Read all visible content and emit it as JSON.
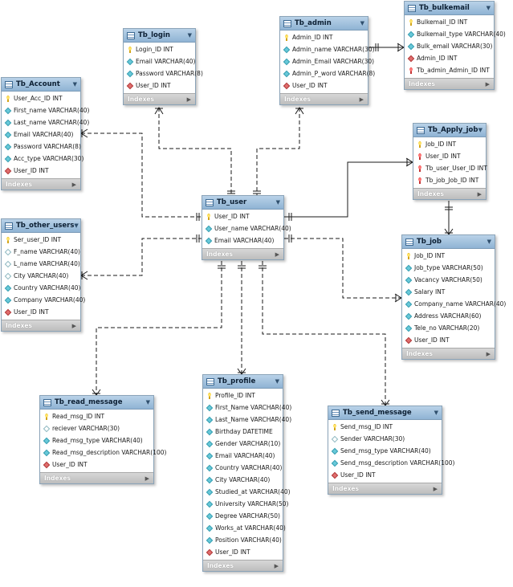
{
  "diagram": {
    "tables": [
      {
        "id": "tb_login",
        "title": "Tb_login",
        "footer": "Indexes",
        "columns": [
          {
            "text": "Login_ID INT",
            "kind": "pk"
          },
          {
            "text": "Email VARCHAR(40)",
            "kind": "attr"
          },
          {
            "text": "Password VARCHAR(8)",
            "kind": "attr"
          },
          {
            "text": "User_ID INT",
            "kind": "fk"
          }
        ]
      },
      {
        "id": "tb_admin",
        "title": "Tb_admin",
        "footer": "Indexes",
        "columns": [
          {
            "text": "Admin_ID INT",
            "kind": "pk"
          },
          {
            "text": "Admin_name VARCHAR(30)",
            "kind": "attr"
          },
          {
            "text": "Admin_Email VARCHAR(30)",
            "kind": "attr"
          },
          {
            "text": "Admin_P_word VARCHAR(8)",
            "kind": "attr"
          },
          {
            "text": "User_ID INT",
            "kind": "fk"
          }
        ]
      },
      {
        "id": "tb_bulkemail",
        "title": "Tb_bulkemail",
        "footer": "Indexes",
        "columns": [
          {
            "text": "Bulkemail_ID INT",
            "kind": "pk"
          },
          {
            "text": "Bulkemail_type VARCHAR(40)",
            "kind": "attr"
          },
          {
            "text": "Bulk_email VARCHAR(30)",
            "kind": "attr"
          },
          {
            "text": "Admin_ID INT",
            "kind": "fk"
          },
          {
            "text": "Tb_admin_Admin_ID INT",
            "kind": "pkfk"
          }
        ]
      },
      {
        "id": "tb_account",
        "title": "Tb_Account",
        "footer": "Indexes",
        "columns": [
          {
            "text": "User_Acc_ID INT",
            "kind": "pk"
          },
          {
            "text": "First_name VARCHAR(40)",
            "kind": "attr"
          },
          {
            "text": "Last_name VARCHAR(40)",
            "kind": "attr"
          },
          {
            "text": "Email VARCHAR(40)",
            "kind": "attr"
          },
          {
            "text": "Password VARCHAR(8)",
            "kind": "attr"
          },
          {
            "text": "Acc_type VARCHAR(30)",
            "kind": "attr"
          },
          {
            "text": "User_ID INT",
            "kind": "fk"
          }
        ]
      },
      {
        "id": "tb_apply_job",
        "title": "Tb_Apply_job",
        "footer": "Indexes",
        "columns": [
          {
            "text": "Job_ID INT",
            "kind": "pk"
          },
          {
            "text": "User_ID INT",
            "kind": "pkfk"
          },
          {
            "text": "Tb_user_User_ID INT",
            "kind": "pkfk"
          },
          {
            "text": "Tb_job_Job_ID INT",
            "kind": "pkfk"
          }
        ]
      },
      {
        "id": "tb_user",
        "title": "Tb_user",
        "footer": "Indexes",
        "columns": [
          {
            "text": "User_ID INT",
            "kind": "pk"
          },
          {
            "text": "User_name VARCHAR(40)",
            "kind": "attr"
          },
          {
            "text": "Email VARCHAR(40)",
            "kind": "attr"
          }
        ]
      },
      {
        "id": "tb_other_users",
        "title": "Tb_other_users",
        "footer": "Indexes",
        "columns": [
          {
            "text": "Ser_user_ID INT",
            "kind": "pk"
          },
          {
            "text": "F_name VARCHAR(40)",
            "kind": "plain"
          },
          {
            "text": "L_name VARCHAR(40)",
            "kind": "plain"
          },
          {
            "text": "City VARCHAR(40)",
            "kind": "plain"
          },
          {
            "text": "Country VARCHAR(40)",
            "kind": "attr"
          },
          {
            "text": "Company VARCHAR(40)",
            "kind": "attr"
          },
          {
            "text": "User_ID INT",
            "kind": "fk"
          }
        ]
      },
      {
        "id": "tb_job",
        "title": "Tb_job",
        "footer": "Indexes",
        "columns": [
          {
            "text": "Job_ID INT",
            "kind": "pk"
          },
          {
            "text": "Job_type VARCHAR(50)",
            "kind": "attr"
          },
          {
            "text": "Vacancy VARCHAR(50)",
            "kind": "attr"
          },
          {
            "text": "Salary INT",
            "kind": "attr"
          },
          {
            "text": "Company_name VARCHAR(40)",
            "kind": "attr"
          },
          {
            "text": "Address VARCHAR(60)",
            "kind": "attr"
          },
          {
            "text": "Tele_no VARCHAR(20)",
            "kind": "attr"
          },
          {
            "text": "User_ID INT",
            "kind": "fk"
          }
        ]
      },
      {
        "id": "tb_read_message",
        "title": "Tb_read_message",
        "footer": "Indexes",
        "columns": [
          {
            "text": "Read_msg_ID INT",
            "kind": "pk"
          },
          {
            "text": "reciever VARCHAR(30)",
            "kind": "plain"
          },
          {
            "text": "Read_msg_type VARCHAR(40)",
            "kind": "attr"
          },
          {
            "text": "Read_msg_description VARCHAR(100)",
            "kind": "attr"
          },
          {
            "text": "User_ID INT",
            "kind": "fk"
          }
        ]
      },
      {
        "id": "tb_profile",
        "title": "Tb_profile",
        "footer": "Indexes",
        "columns": [
          {
            "text": "Profile_ID INT",
            "kind": "pk"
          },
          {
            "text": "First_Name VARCHAR(40)",
            "kind": "attr"
          },
          {
            "text": "Last_Name VARCHAR(40)",
            "kind": "attr"
          },
          {
            "text": "Birthday DATETIME",
            "kind": "attr"
          },
          {
            "text": "Gender VARCHAR(10)",
            "kind": "attr"
          },
          {
            "text": "Email VARCHAR(40)",
            "kind": "attr"
          },
          {
            "text": "Country VARCHAR(40)",
            "kind": "attr"
          },
          {
            "text": "City VARCHAR(40)",
            "kind": "attr"
          },
          {
            "text": "Studied_at VARCHAR(40)",
            "kind": "attr"
          },
          {
            "text": "University VARCHAR(50)",
            "kind": "attr"
          },
          {
            "text": "Degree VARCHAR(50)",
            "kind": "attr"
          },
          {
            "text": "Works_at VARCHAR(40)",
            "kind": "attr"
          },
          {
            "text": "Position VARCHAR(40)",
            "kind": "attr"
          },
          {
            "text": "User_ID INT",
            "kind": "fk"
          }
        ]
      },
      {
        "id": "tb_send_message",
        "title": "Tb_send_message",
        "footer": "Indexes",
        "columns": [
          {
            "text": "Send_msg_ID INT",
            "kind": "pk"
          },
          {
            "text": "Sender VARCHAR(30)",
            "kind": "plain"
          },
          {
            "text": "Send_msg_type VARCHAR(40)",
            "kind": "attr"
          },
          {
            "text": "Send_msg_description VARCHAR(100)",
            "kind": "attr"
          },
          {
            "text": "User_ID INT",
            "kind": "fk"
          }
        ]
      }
    ]
  },
  "colors": {
    "header": "#9bbcdb",
    "border": "#8aa3b8",
    "footer": "#c4c4c4",
    "connector": "#1a1a1a"
  },
  "icons": {
    "pk": "key-icon",
    "fk": "foreign-key-diamond-icon",
    "pkfk": "foreign-key-icon",
    "attr": "column-diamond-icon",
    "plain": "nullable-column-diamond-icon",
    "table": "table-icon",
    "caret": "chevron-down-icon",
    "more": "chevron-right-icon"
  }
}
